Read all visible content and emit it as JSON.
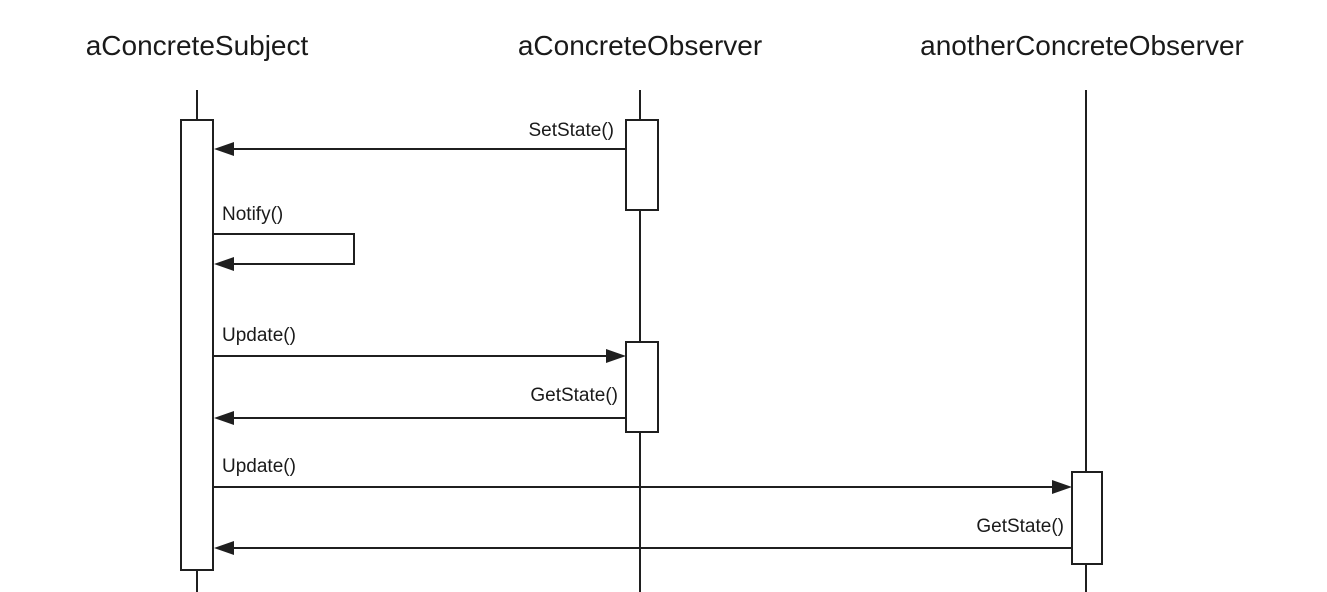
{
  "diagram": {
    "participants": [
      {
        "id": "subject",
        "label": "aConcreteSubject"
      },
      {
        "id": "observer1",
        "label": "aConcreteObserver"
      },
      {
        "id": "observer2",
        "label": "anotherConcreteObserver"
      }
    ],
    "messages": [
      {
        "label": "SetState()",
        "from": "observer1",
        "to": "subject"
      },
      {
        "label": "Notify()",
        "from": "subject",
        "to": "subject"
      },
      {
        "label": "Update()",
        "from": "subject",
        "to": "observer1"
      },
      {
        "label": "GetState()",
        "from": "observer1",
        "to": "subject"
      },
      {
        "label": "Update()",
        "from": "subject",
        "to": "observer2"
      },
      {
        "label": "GetState()",
        "from": "observer2",
        "to": "subject"
      }
    ]
  }
}
